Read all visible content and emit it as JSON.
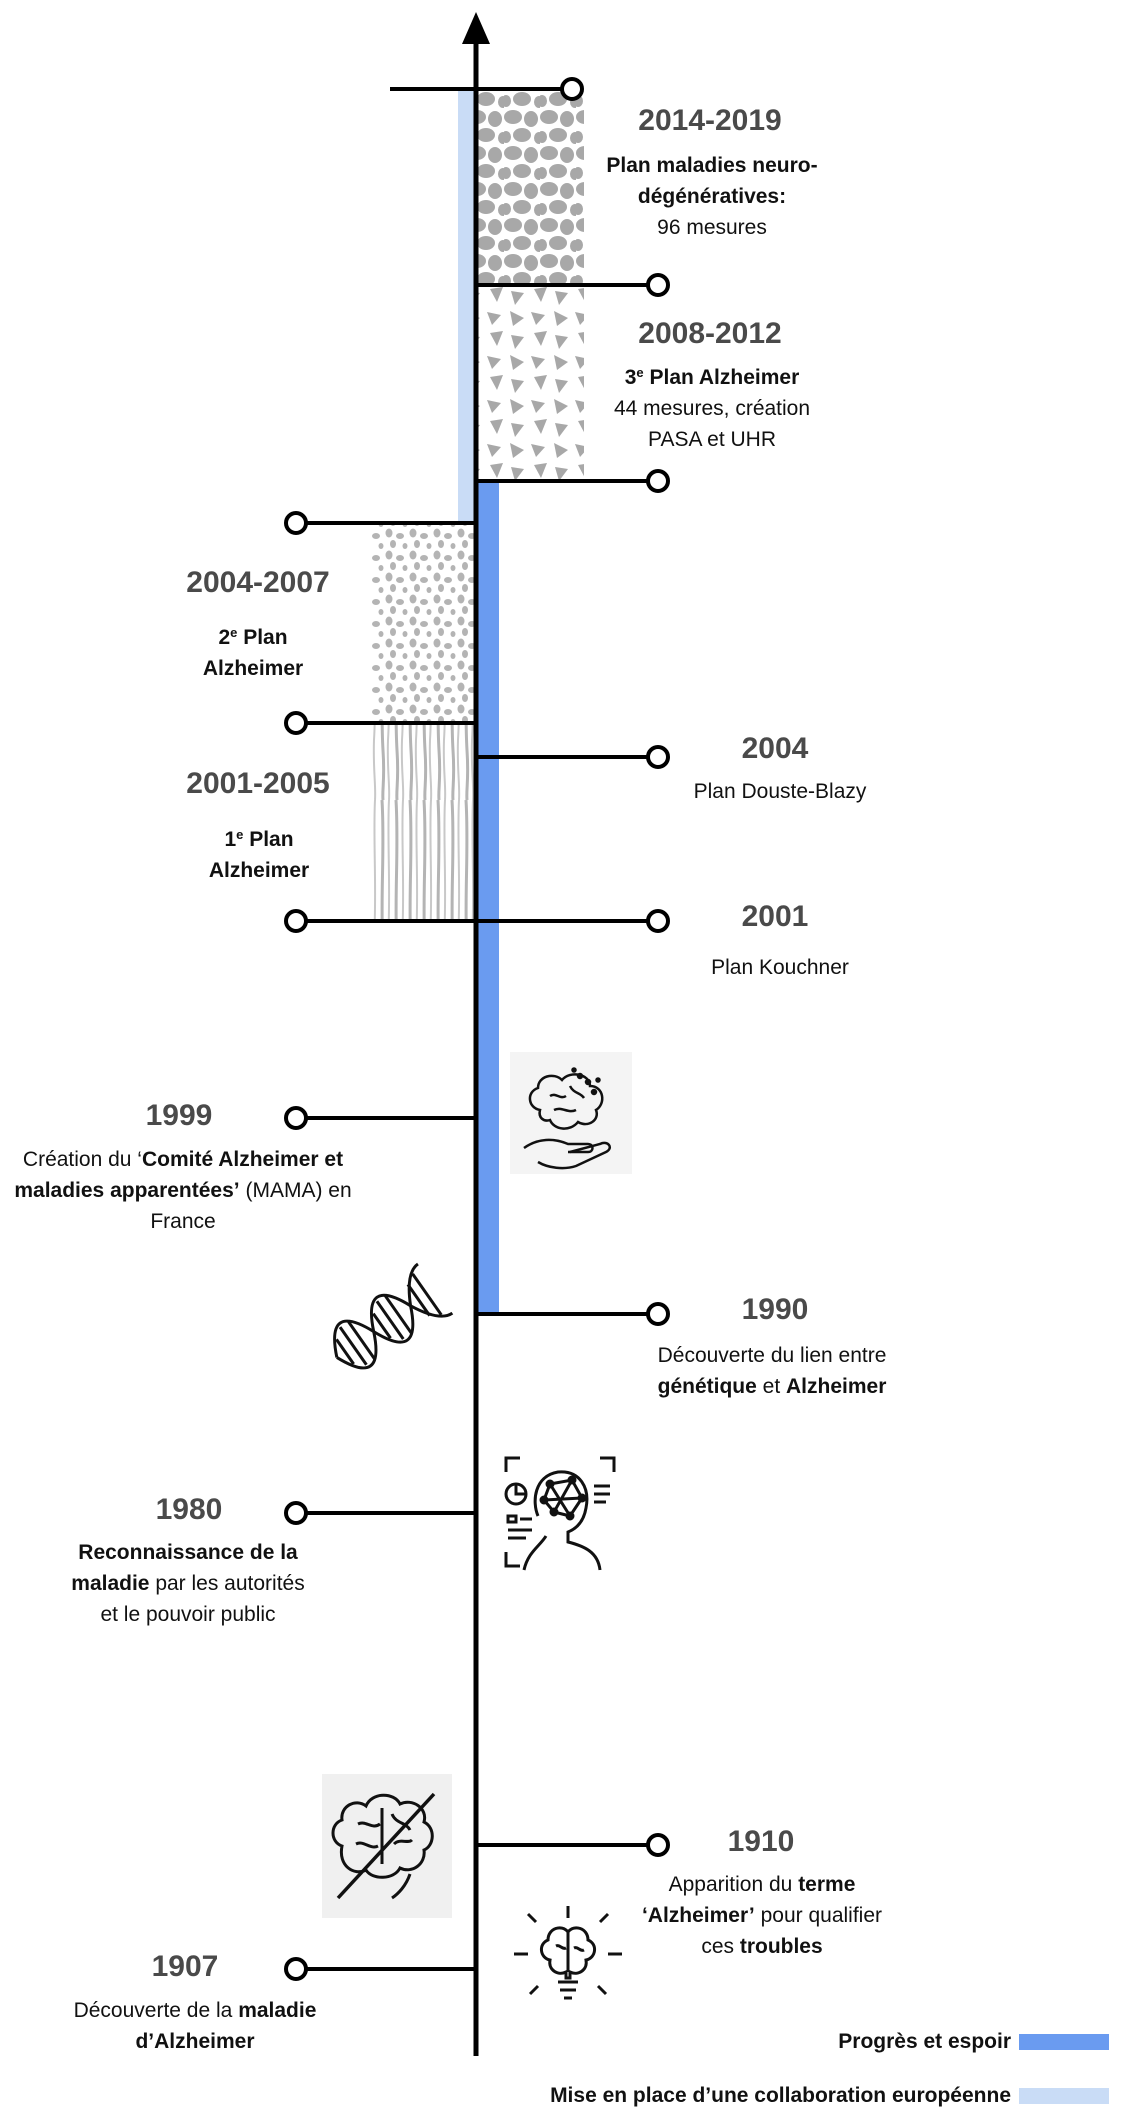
{
  "colors": {
    "progress": "#6a9bf0",
    "collab": "#c9dcf6",
    "axis": "#000000",
    "texture": "#a8a8a8"
  },
  "events": {
    "e2014": {
      "years": "2014-2019",
      "title_bold": "Plan maladies neuro-dégénératives:",
      "detail": "96 mesures"
    },
    "e2008": {
      "years": "2008-2012",
      "title_num": "3",
      "title_sup": "e",
      "title_rest": " Plan Alzheimer",
      "detail": "44 mesures, création PASA et UHR"
    },
    "e2004_07": {
      "years": "2004-2007",
      "title_num": "2",
      "title_sup": "e",
      "title_rest": " Plan Alzheimer"
    },
    "e2001_05": {
      "years": "2001-2005",
      "title_num": "1",
      "title_sup": "e",
      "title_rest": " Plan Alzheimer"
    },
    "e2004": {
      "year": "2004",
      "text": "Plan Douste-Blazy"
    },
    "e2001": {
      "year": "2001",
      "text": "Plan Kouchner"
    },
    "e1999": {
      "year": "1999",
      "pre": "Création du ‘",
      "bold": "Comité Alzheimer et maladies apparentées’",
      "post": " (MAMA) en France"
    },
    "e1990": {
      "year": "1990",
      "pre": "Découverte du lien entre ",
      "bold1": "génétique",
      "mid": " et ",
      "bold2": "Alzheimer"
    },
    "e1980": {
      "year": "1980",
      "bold": "Reconnaissance de la maladie",
      "post": " par les autorités et le pouvoir public"
    },
    "e1910": {
      "year": "1910",
      "pre": "Apparition du ",
      "bold1": "terme ‘Alzheimer’",
      "mid": " pour qualifier ces ",
      "bold2": "troubles"
    },
    "e1907": {
      "year": "1907",
      "pre": "Découverte de la ",
      "bold": "maladie d’Alzheimer"
    }
  },
  "icons": {
    "hand": "brain-in-hand-icon",
    "dna": "dna-icon",
    "face": "face-scan-icon",
    "brain_crossed": "brain-crossed-icon",
    "brain_bulb": "brain-lightbulb-icon"
  },
  "legend": {
    "progress_label": "Progrès et espoir",
    "collab_label": "Mise en place d’une collaboration européenne"
  }
}
